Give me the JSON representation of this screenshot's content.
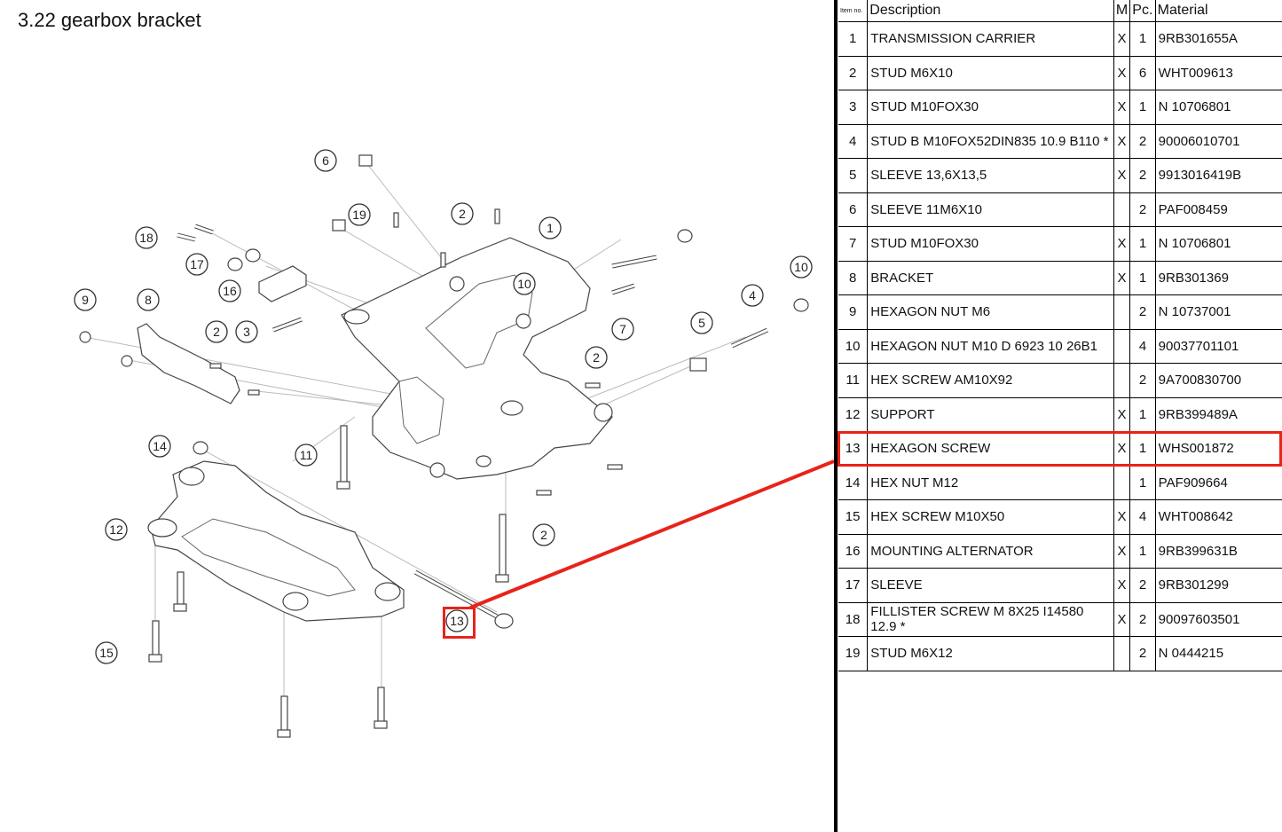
{
  "title": "3.22  gearbox bracket",
  "table": {
    "headers": {
      "item": "Item no.",
      "description": "Description",
      "m": "M",
      "pc": "Pc.",
      "material": "Material"
    },
    "rows": [
      {
        "no": "1",
        "description": "TRANSMISSION CARRIER",
        "m": "X",
        "pc": "1",
        "material": "9RB301655A"
      },
      {
        "no": "2",
        "description": "STUD M6X10",
        "m": "X",
        "pc": "6",
        "material": "WHT009613"
      },
      {
        "no": "3",
        "description": "STUD M10FOX30",
        "m": "X",
        "pc": "1",
        "material": "N 10706801"
      },
      {
        "no": "4",
        "description": "STUD B M10FOX52DIN835 10.9 B110 *",
        "m": "X",
        "pc": "2",
        "material": "90006010701"
      },
      {
        "no": "5",
        "description": "SLEEVE 13,6X13,5",
        "m": "X",
        "pc": "2",
        "material": "9913016419B"
      },
      {
        "no": "6",
        "description": "SLEEVE 11M6X10",
        "m": "",
        "pc": "2",
        "material": "PAF008459"
      },
      {
        "no": "7",
        "description": "STUD M10FOX30",
        "m": "X",
        "pc": "1",
        "material": "N 10706801"
      },
      {
        "no": "8",
        "description": "BRACKET",
        "m": "X",
        "pc": "1",
        "material": "9RB301369"
      },
      {
        "no": "9",
        "description": "HEXAGON NUT M6",
        "m": "",
        "pc": "2",
        "material": "N 10737001"
      },
      {
        "no": "10",
        "description": "HEXAGON NUT M10 D 6923 10 26B1",
        "m": "",
        "pc": "4",
        "material": "90037701101"
      },
      {
        "no": "11",
        "description": "HEX SCREW AM10X92",
        "m": "",
        "pc": "2",
        "material": "9A700830700"
      },
      {
        "no": "12",
        "description": "SUPPORT",
        "m": "X",
        "pc": "1",
        "material": "9RB399489A"
      },
      {
        "no": "13",
        "description": "HEXAGON SCREW",
        "m": "X",
        "pc": "1",
        "material": "WHS001872"
      },
      {
        "no": "14",
        "description": "HEX NUT M12",
        "m": "",
        "pc": "1",
        "material": "PAF909664"
      },
      {
        "no": "15",
        "description": "HEX SCREW M10X50",
        "m": "X",
        "pc": "4",
        "material": "WHT008642"
      },
      {
        "no": "16",
        "description": "MOUNTING ALTERNATOR",
        "m": "X",
        "pc": "1",
        "material": "9RB399631B"
      },
      {
        "no": "17",
        "description": "SLEEVE",
        "m": "X",
        "pc": "2",
        "material": "9RB301299"
      },
      {
        "no": "18",
        "description": "FILLISTER SCREW M 8X25 I14580 12.9 *",
        "m": "X",
        "pc": "2",
        "material": "90097603501"
      },
      {
        "no": "19",
        "description": "STUD M6X12",
        "m": "",
        "pc": "2",
        "material": "N 0444215"
      }
    ]
  },
  "callouts": [
    "6",
    "19",
    "2",
    "1",
    "18",
    "17",
    "16",
    "3",
    "9",
    "8",
    "2",
    "10",
    "7",
    "5",
    "4",
    "10",
    "2",
    "14",
    "11",
    "12",
    "2",
    "13",
    "15"
  ],
  "colors": {
    "highlight": "#e8231a"
  }
}
